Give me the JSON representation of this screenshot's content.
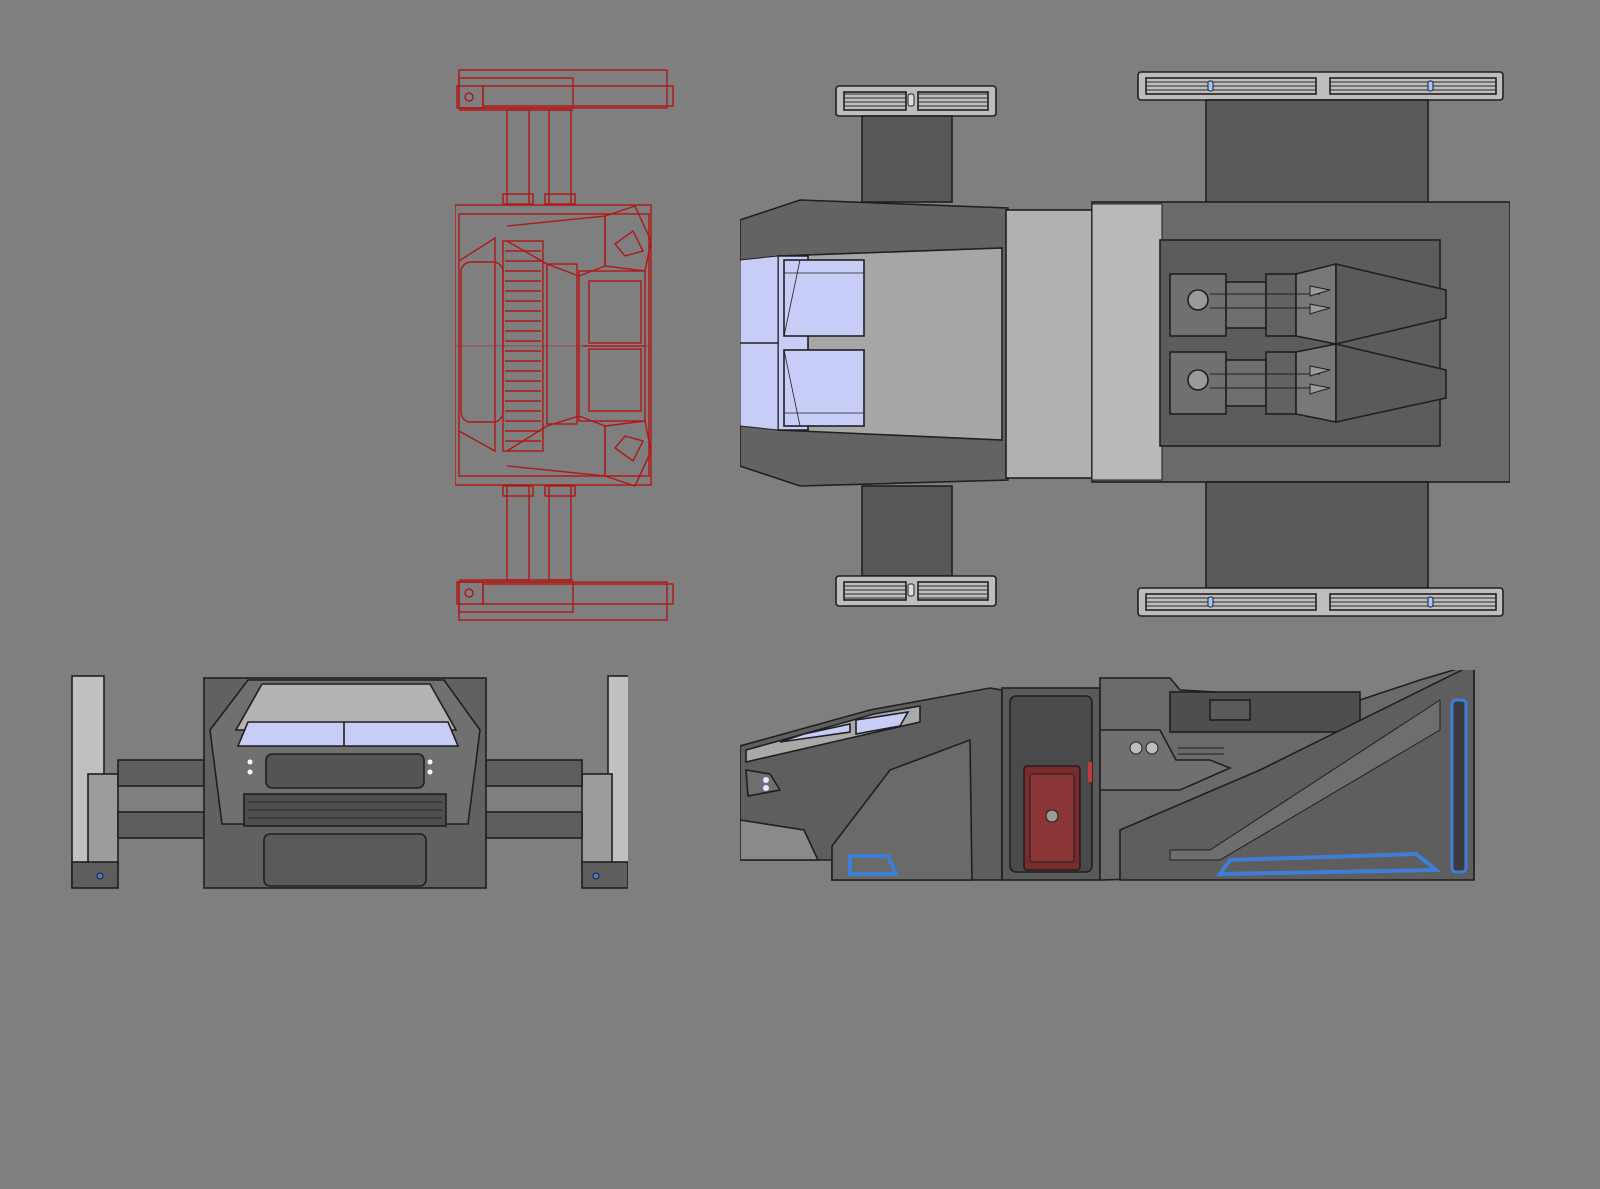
{
  "sheet": {
    "background": "#7f7f7f",
    "views": [
      {
        "id": "top-wireframe",
        "kind": "wireframe"
      },
      {
        "id": "top-rendered",
        "kind": "rendered"
      },
      {
        "id": "front-rendered",
        "kind": "rendered"
      },
      {
        "id": "side-rendered",
        "kind": "rendered"
      }
    ]
  },
  "colors": {
    "body_dark": "#5a5a5a",
    "body_mid": "#6c6c6c",
    "panel_light": "#a8a8a8",
    "panel_lighter": "#bdbdbd",
    "outline": "#1f1f1f",
    "glass": "#c9cdf5",
    "wire_red": "#b01818",
    "accent_blue": "#3d7fd6",
    "door_red": "#7a2c2c"
  },
  "icons": {
    "door": "hatch-door-icon",
    "lights": "headlight-icon",
    "engine": "thruster-icon"
  }
}
